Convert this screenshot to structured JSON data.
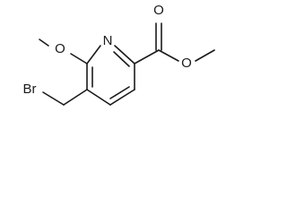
{
  "molecule": {
    "atom_labels": {
      "methoxy_oxygen": "O",
      "ring_nitrogen": "N",
      "carbonyl_oxygen": "O",
      "ester_oxygen": "O",
      "bromine": "Br"
    }
  }
}
